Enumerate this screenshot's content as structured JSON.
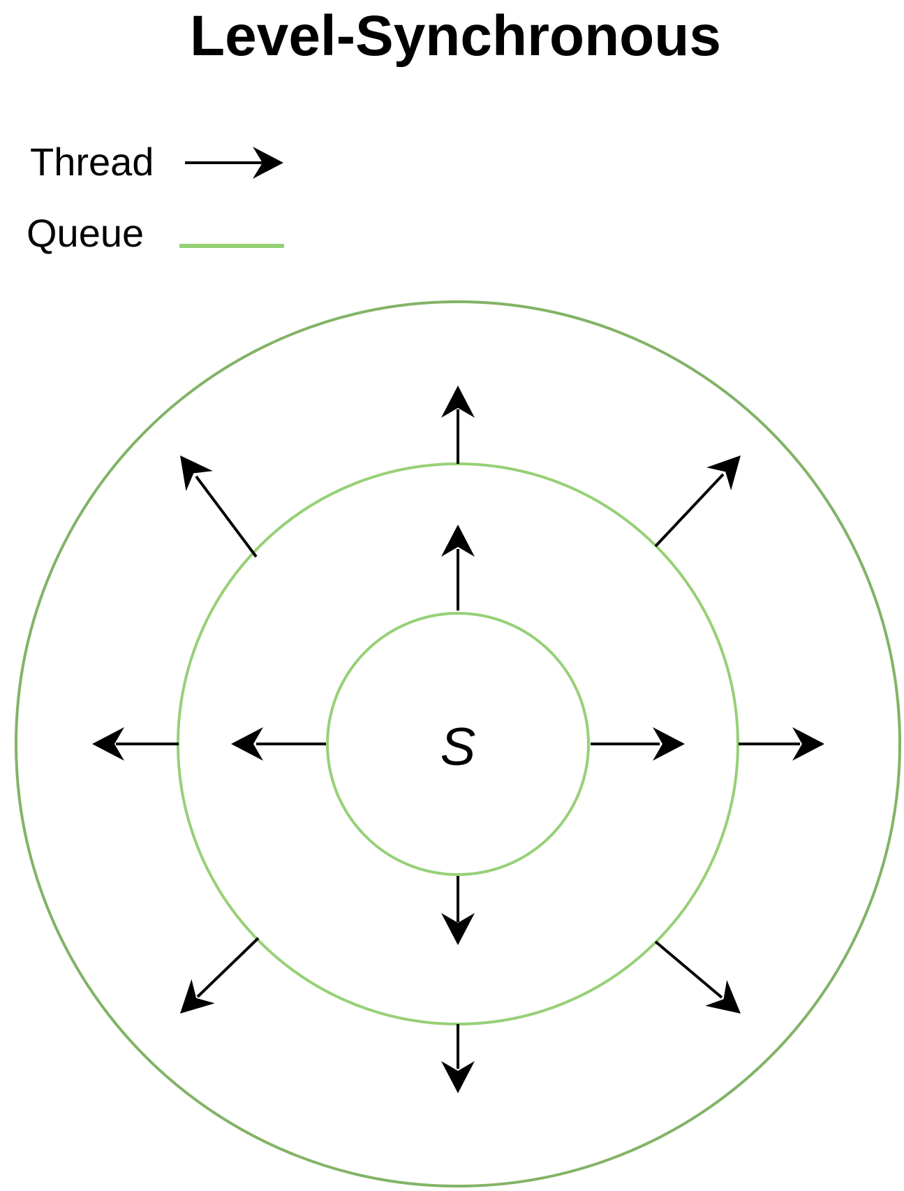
{
  "title": "Level-Synchronous",
  "legend": {
    "items": [
      {
        "label": "Thread",
        "symbol": "arrow",
        "color": "#000000"
      },
      {
        "label": "Queue",
        "symbol": "line",
        "color": "#97d077"
      }
    ]
  },
  "diagram": {
    "center_label": "S",
    "colors": {
      "thread": "#000000",
      "queue_inner": "#97d077",
      "queue_outer": "#82b366"
    }
  }
}
